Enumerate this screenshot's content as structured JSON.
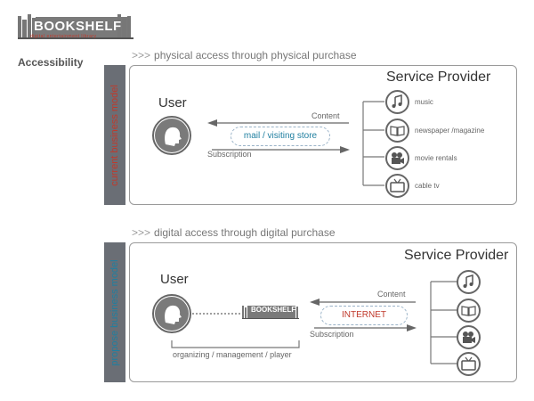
{
  "logo": {
    "word": "BOOKSHELF",
    "tagline": "digital entertainment library"
  },
  "page_label": "Accessibility",
  "current": {
    "heading": "physical access through physical purchase",
    "side_label": "current business model",
    "user_label": "User",
    "provider_label": "Service Provider",
    "content_label": "Content",
    "subscription_label": "Subscription",
    "channel_label": "mail / visiting store",
    "services": [
      "music",
      "newspaper /magazine",
      "movie rentals",
      "cable tv"
    ]
  },
  "proposed": {
    "heading": "digital access through digital purchase",
    "side_label": "propose business model",
    "user_label": "User",
    "provider_label": "Service Provider",
    "content_label": "Content",
    "subscription_label": "Subscription",
    "channel_label": "INTERNET",
    "organizer_label": "organizing / management / player",
    "logo_word": "BOOKSHELF"
  },
  "colors": {
    "accent_red": "#c0392b",
    "accent_teal": "#1f7fa0",
    "side_bar": "#6a6e75"
  },
  "icons": [
    "music-note-icon",
    "book-icon",
    "film-camera-icon",
    "tv-icon",
    "user-head-icon"
  ]
}
